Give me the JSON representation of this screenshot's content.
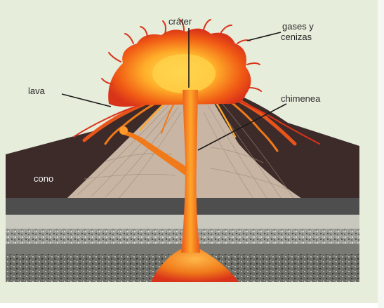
{
  "labels": {
    "crater": "cráter",
    "gases_line1": "gases y",
    "gases_line2": "cenizas",
    "lava": "lava",
    "chimenea": "chimenea",
    "cono": "cono"
  },
  "colors": {
    "background": "#e6eddb",
    "cone_dark": "#3d2b2a",
    "cone_light": "#c9b5a4",
    "lava_orange": "#f07a1a",
    "lava_yellow": "#ffc02a",
    "lava_red": "#d9331a",
    "ground_dark": "#4e4e4e",
    "ground_mid": "#7a7a74",
    "ground_light": "#c8c8bf",
    "ground_speckled": "#a6a6a0"
  }
}
